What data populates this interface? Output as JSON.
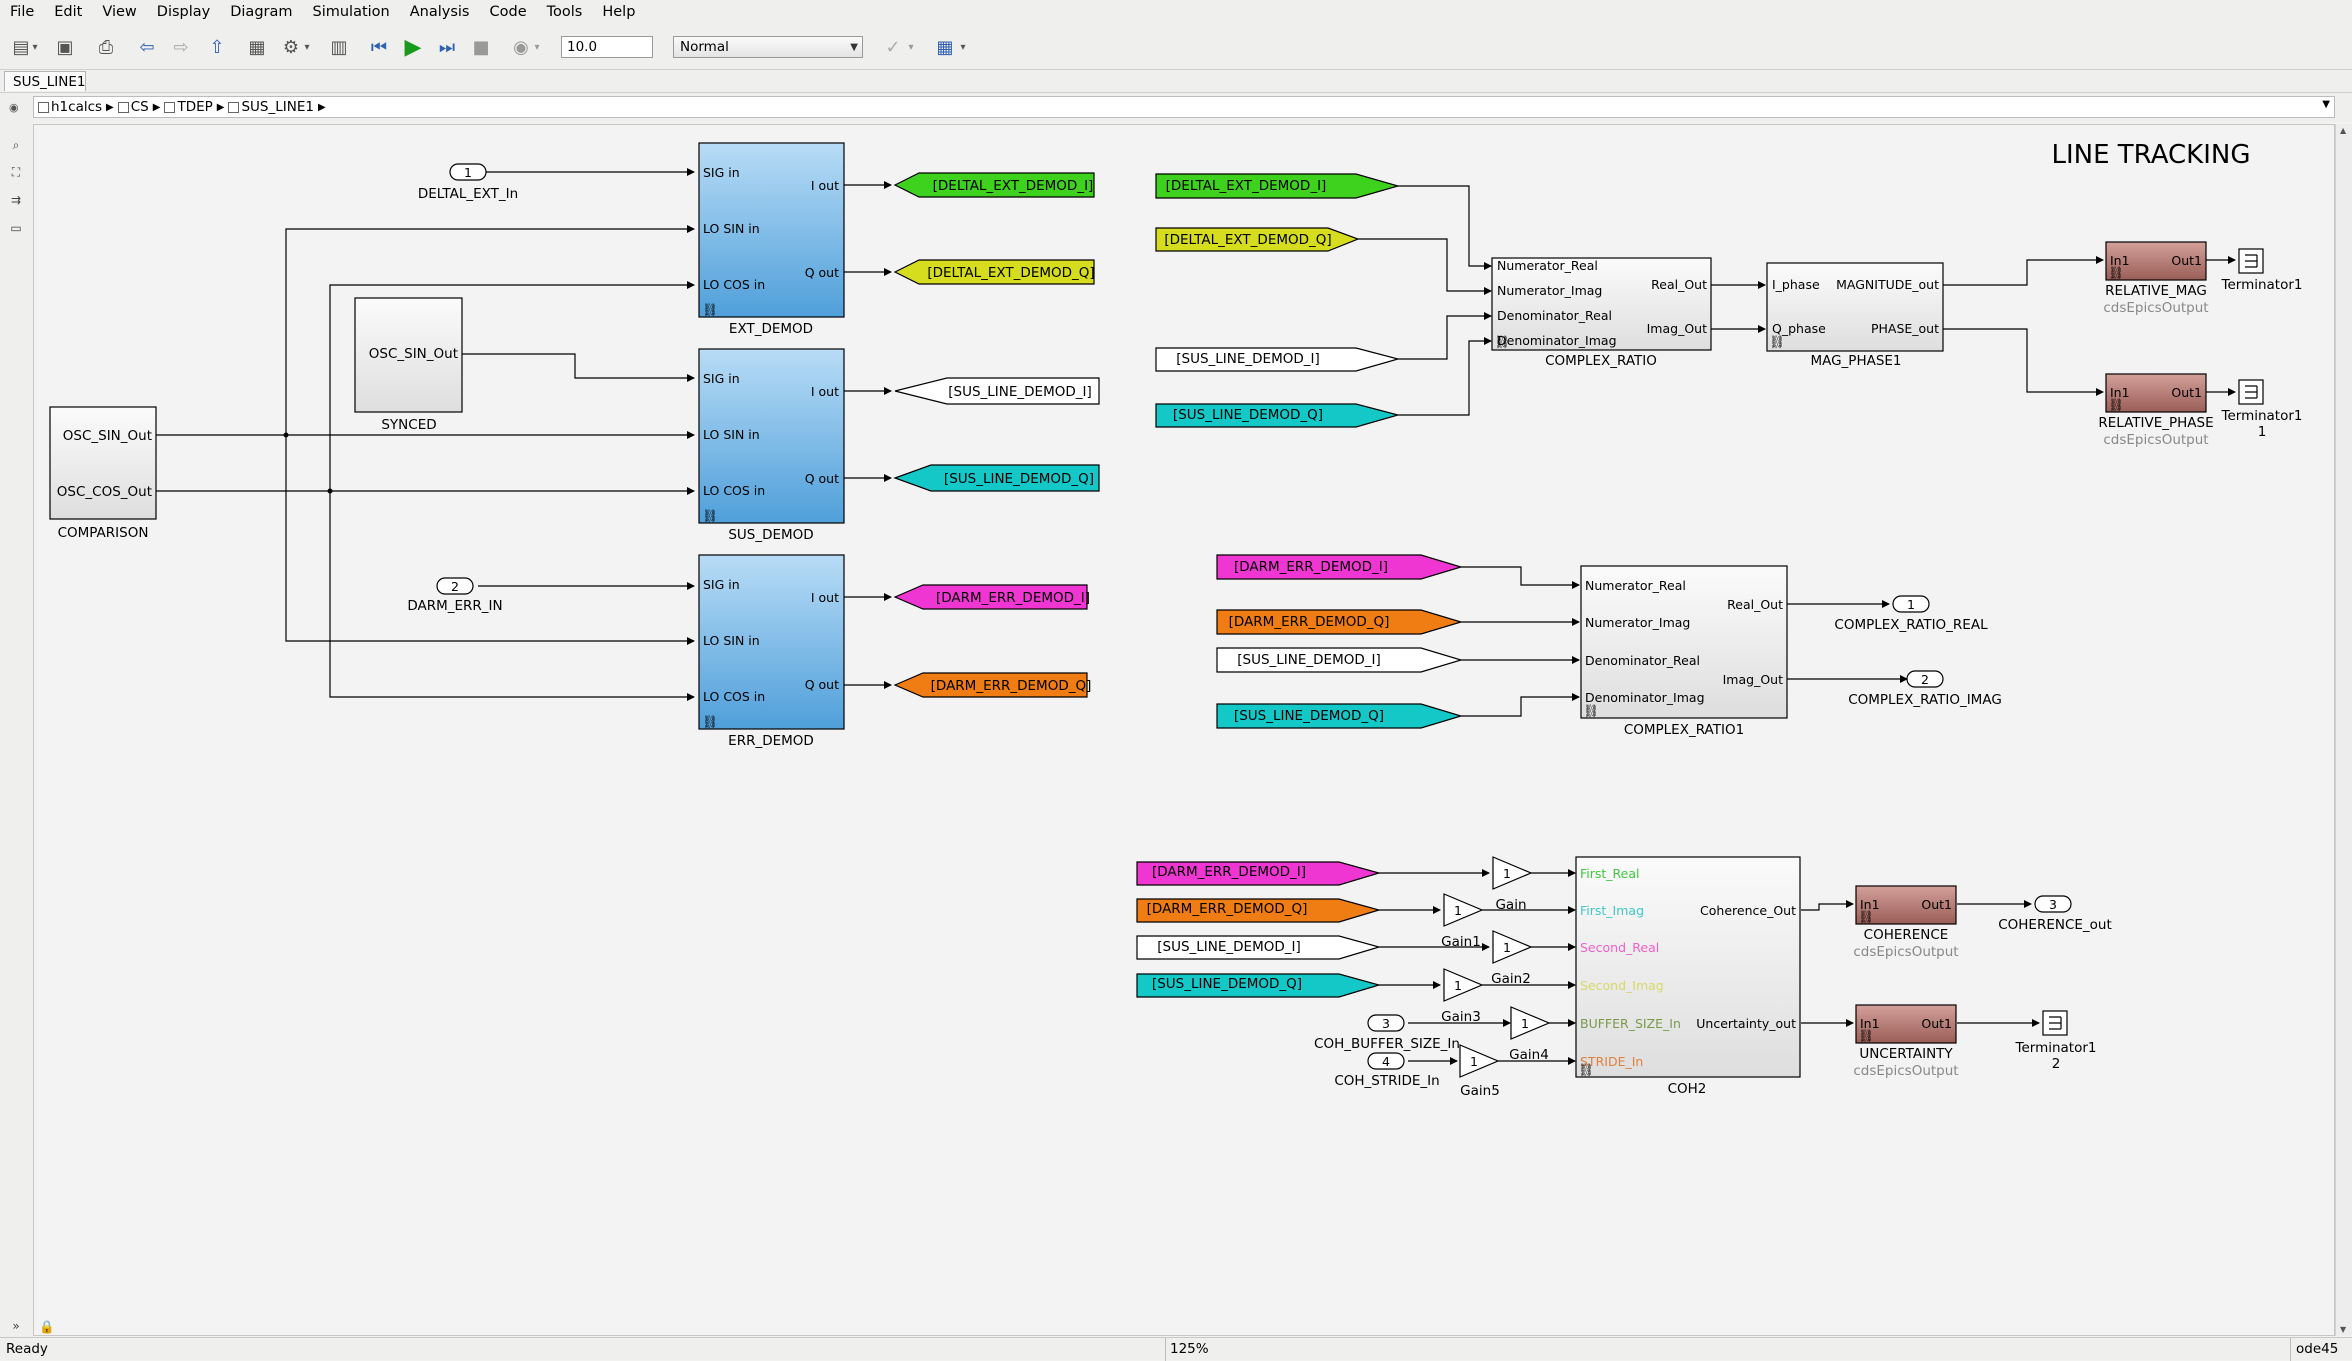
{
  "menu": [
    "File",
    "Edit",
    "View",
    "Display",
    "Diagram",
    "Simulation",
    "Analysis",
    "Code",
    "Tools",
    "Help"
  ],
  "toolbar": {
    "stop_time": "10.0",
    "sim_mode": "Normal"
  },
  "tab": "SUS_LINE1",
  "breadcrumb": [
    "h1calcs",
    "CS",
    "TDEP",
    "SUS_LINE1"
  ],
  "status": {
    "left": "Ready",
    "zoom": "125%",
    "solver": "ode45"
  },
  "colors": {
    "green": "#3ed21e",
    "yellow": "#d6dc1e",
    "white": "#ffffff",
    "cyan": "#14c8c8",
    "magenta": "#f036d2",
    "orange": "#f07d14",
    "demod_blue": "#58a8e6",
    "epics": "#a86862"
  },
  "diagram": {
    "title": "LINE TRACKING",
    "inports": {
      "deltal": {
        "num": "1",
        "name": "DELTAL_EXT_In"
      },
      "darm": {
        "num": "2",
        "name": "DARM_ERR_IN"
      },
      "cohbuf": {
        "num": "3",
        "name": "COH_BUFFER_SIZE_In"
      },
      "cohstride": {
        "num": "4",
        "name": "COH_STRIDE_In"
      }
    },
    "outports": {
      "cr_real": {
        "num": "1",
        "name": "COMPLEX_RATIO_REAL"
      },
      "cr_imag": {
        "num": "2",
        "name": "COMPLEX_RATIO_IMAG"
      },
      "coh": {
        "num": "3",
        "name": "COHERENCE_out"
      }
    },
    "comparison": {
      "name": "COMPARISON",
      "p1": "OSC_SIN_Out",
      "p2": "OSC_COS_Out"
    },
    "synced": {
      "name": "SYNCED",
      "p1": "OSC_SIN_Out"
    },
    "demod_in": [
      "SIG in",
      "LO SIN in",
      "LO COS in"
    ],
    "demod_out": [
      "I out",
      "Q out"
    ],
    "demods": [
      "EXT_DEMOD",
      "SUS_DEMOD",
      "ERR_DEMOD"
    ],
    "gotos": {
      "ext_i": "[DELTAL_EXT_DEMOD_I]",
      "ext_q": "[DELTAL_EXT_DEMOD_Q]",
      "sus_i": "[SUS_LINE_DEMOD_I]",
      "sus_q": "[SUS_LINE_DEMOD_Q]",
      "darm_i": "[DARM_ERR_DEMOD_I]",
      "darm_q": "[DARM_ERR_DEMOD_Q]"
    },
    "cr": {
      "name": "COMPLEX_RATIO",
      "in": [
        "Numerator_Real",
        "Numerator_Imag",
        "Denominator_Real",
        "Denominator_Imag"
      ],
      "out": [
        "Real_Out",
        "Imag_Out"
      ]
    },
    "cr1": {
      "name": "COMPLEX_RATIO1"
    },
    "magphase": {
      "name": "MAG_PHASE1",
      "in": [
        "I_phase",
        "Q_phase"
      ],
      "out": [
        "MAGNITUDE_out",
        "PHASE_out"
      ]
    },
    "epics": {
      "in": "In1",
      "out": "Out1",
      "sub": "cdsEpicsOutput",
      "names": [
        "RELATIVE_MAG",
        "RELATIVE_PHASE",
        "COHERENCE",
        "UNCERTAINTY"
      ]
    },
    "terms": [
      "Terminator1",
      "Terminator1\n1",
      "Terminator1\n2"
    ],
    "term_lines": {
      "t1": "Terminator1",
      "t2a": "Terminator1",
      "t2b": "1",
      "t3a": "Terminator1",
      "t3b": "2"
    },
    "gains": {
      "value": "1",
      "names": [
        "Gain",
        "Gain1",
        "Gain2",
        "Gain3",
        "Gain4",
        "Gain5"
      ]
    },
    "coh2": {
      "name": "COH2",
      "in": [
        "First_Real",
        "First_Imag",
        "Second_Real",
        "Second_Imag",
        "BUFFER_SIZE_In",
        "STRIDE_In"
      ],
      "out": [
        "Coherence_Out",
        "Uncertainty_out"
      ],
      "in_colors": [
        "#3ec83e",
        "#3ec8c8",
        "#f060c8",
        "#d8d86a",
        "#7a9a4a",
        "#e08040"
      ]
    }
  }
}
